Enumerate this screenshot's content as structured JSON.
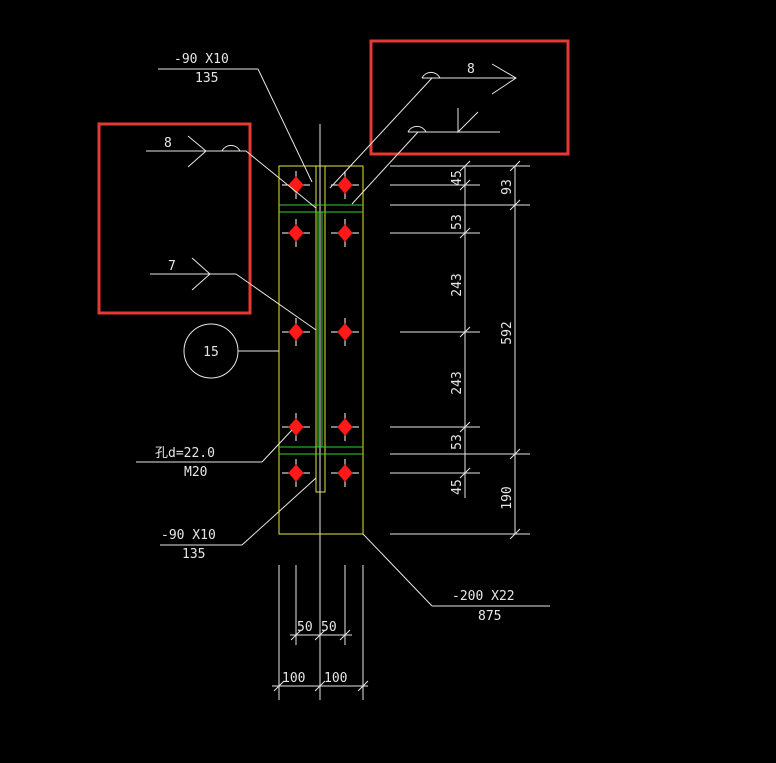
{
  "labels": {
    "plate_top_size": "-90 X10",
    "plate_top_len": "135",
    "weld_top_right": "8",
    "weld_left_top": "8",
    "weld_left_bottom": "7",
    "part_no": "15",
    "hole_dia": "孔d=22.0",
    "bolt_spec": "M20",
    "plate_bottom_size": "-90 X10",
    "plate_bottom_len": "135",
    "main_plate_size": "-200 X22",
    "main_plate_len": "875"
  },
  "dims_vertical_inner": [
    "45",
    "53",
    "243",
    "243",
    "53",
    "45"
  ],
  "dims_vertical_outer": [
    "93",
    "592",
    "190"
  ],
  "dims_horizontal_inner": [
    "50",
    "50"
  ],
  "dims_horizontal_outer": [
    "100",
    "100"
  ],
  "colors": {
    "background": "#000000",
    "outline": "#e6e63c",
    "stiffener": "#2ed12e",
    "bolt": "#ff1a1a",
    "highlight_box": "#e53935",
    "text": "#e6e6e6"
  }
}
